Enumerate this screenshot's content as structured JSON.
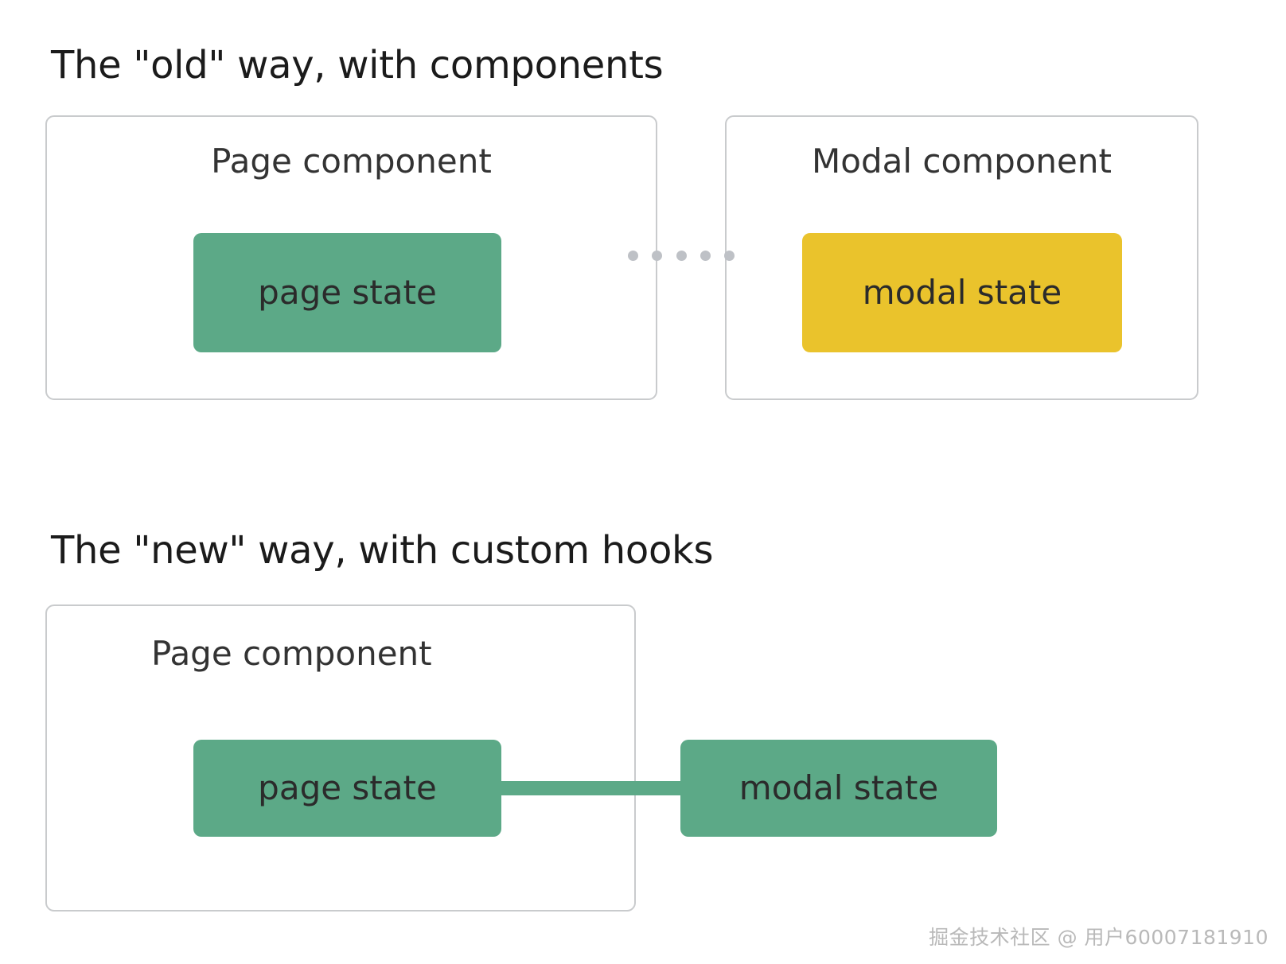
{
  "page": {
    "background_color": "#ffffff",
    "watermark": "掘金技术社区 @ 用户60007181910"
  },
  "colors": {
    "green_state": "#5CA987",
    "yellow_state": "#EAC32C",
    "container_border": "#c9cbcd",
    "connector_dot": "#bec1c6",
    "title_text": "#1b1b1b",
    "label_text": "#333333",
    "chip_text": "#2b2b2b"
  },
  "sections": [
    {
      "id": "old-way",
      "title": "The \"old\" way, with components",
      "containers": [
        {
          "id": "page-component-old",
          "label": "Page component",
          "chip": {
            "label": "page state",
            "color": "#5CA987"
          }
        },
        {
          "id": "modal-component-old",
          "label": "Modal component",
          "chip": {
            "label": "modal state",
            "color": "#EAC32C"
          }
        }
      ],
      "connector": {
        "style": "dotted",
        "dots": 5,
        "color": "#bec1c6"
      }
    },
    {
      "id": "new-way",
      "title": "The \"new\" way, with custom hooks",
      "containers": [
        {
          "id": "page-component-new",
          "label": "Page component",
          "chips": [
            {
              "label": "page state",
              "color": "#5CA987"
            },
            {
              "label": "modal state",
              "color": "#5CA987"
            }
          ]
        }
      ],
      "connector": {
        "style": "solid",
        "color": "#5CA987"
      }
    }
  ]
}
